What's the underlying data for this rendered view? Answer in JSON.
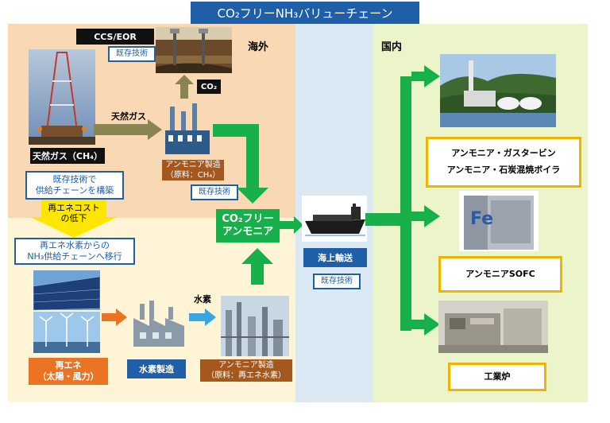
{
  "title": "CO₂フリーNH₃バリューチェーン",
  "regions": {
    "overseas": "海外",
    "domestic": "国内"
  },
  "overseas": {
    "ccs_eor_label": "CCS/EOR",
    "ccs_existing": "既存技術",
    "co2_label": "CO₂",
    "natural_gas_flow_label": "天然ガス",
    "natural_gas_label": "天然ガス（CH₄）",
    "ammonia_production_ch4": [
      "アンモニア製造",
      "（原料：CH₄）"
    ],
    "ammonia_existing": "既存技術",
    "existing_supply_chain_note": [
      "既存技術で",
      "供給チェーンを構築"
    ],
    "cost_reduction_note": [
      "再エネコスト",
      "の低下"
    ],
    "transition_note": [
      "再エネ水素からの",
      "NH₃供給チェーンへ移行"
    ],
    "renewable_label": [
      "再エネ",
      "（太陽・風力）"
    ],
    "hydrogen_production_label": "水素製造",
    "hydrogen_flow_label": "水素",
    "ammonia_production_renewable": [
      "アンモニア製造",
      "（原料：再エネ水素）"
    ]
  },
  "center": {
    "co2_free_ammonia": [
      "CO₂フリー",
      "アンモニア"
    ]
  },
  "sea_transport": {
    "label": "海上輸送",
    "existing": "既存技術"
  },
  "domestic": {
    "gas_turbine_box": [
      "アンモニア・ガスタービン",
      "アンモニア・石炭混焼ボイラ"
    ],
    "sofc_box": "アンモニアSOFC",
    "industrial_furnace_box": "工業炉",
    "fc_logo_text": "Fe"
  },
  "colors": {
    "title_blue": "#1f5fa8",
    "overseas_bg": "#f9d9b4",
    "sea_bg": "#dbe9f5",
    "domestic_bg": "#ebf5c9",
    "lower_bg": "#fff4d6",
    "flow_green": "#18b04a",
    "flow_orange": "#ea7424",
    "flow_blue": "#3aa5e0",
    "flow_olive": "#8a8550",
    "output_border": "#f0b400"
  }
}
